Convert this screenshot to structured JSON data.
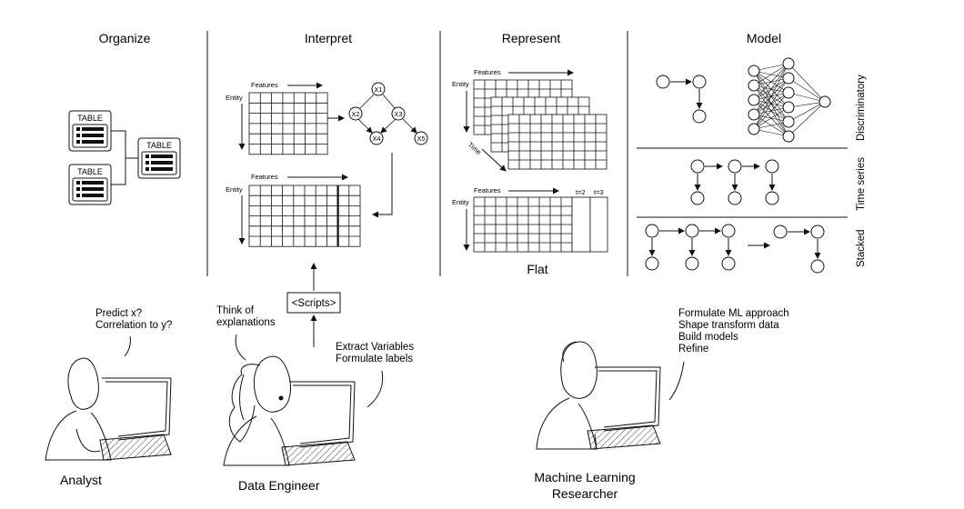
{
  "headers": {
    "organize": "Organize",
    "interpret": "Interpret",
    "represent": "Represent",
    "model": "Model"
  },
  "organize": {
    "table_label": "TABLE"
  },
  "interpret": {
    "features": "Features",
    "entity": "Entity",
    "graph_nodes": [
      "X1",
      "X2",
      "X3",
      "X4",
      "X5"
    ]
  },
  "represent": {
    "features": "Features",
    "entity": "Entity",
    "time": "Time",
    "t2": "t=2",
    "t3": "t=3",
    "flat": "Flat"
  },
  "model": {
    "discriminatory": "Discriminatory",
    "time_series": "Time series",
    "stacked": "Stacked"
  },
  "scripts": "<Scripts>",
  "bubbles": {
    "analyst": [
      "Predict x?",
      "Correlation to y?"
    ],
    "engineer_think": [
      "Think of",
      "explanations"
    ],
    "engineer_extract": [
      "Extract Variables",
      "Formulate labels"
    ],
    "researcher": [
      "Formulate ML approach",
      "Shape transform data",
      "Build models",
      "Refine"
    ]
  },
  "roles": {
    "analyst": "Analyst",
    "engineer": "Data Engineer",
    "researcher": [
      "Machine Learning",
      "Researcher"
    ]
  }
}
